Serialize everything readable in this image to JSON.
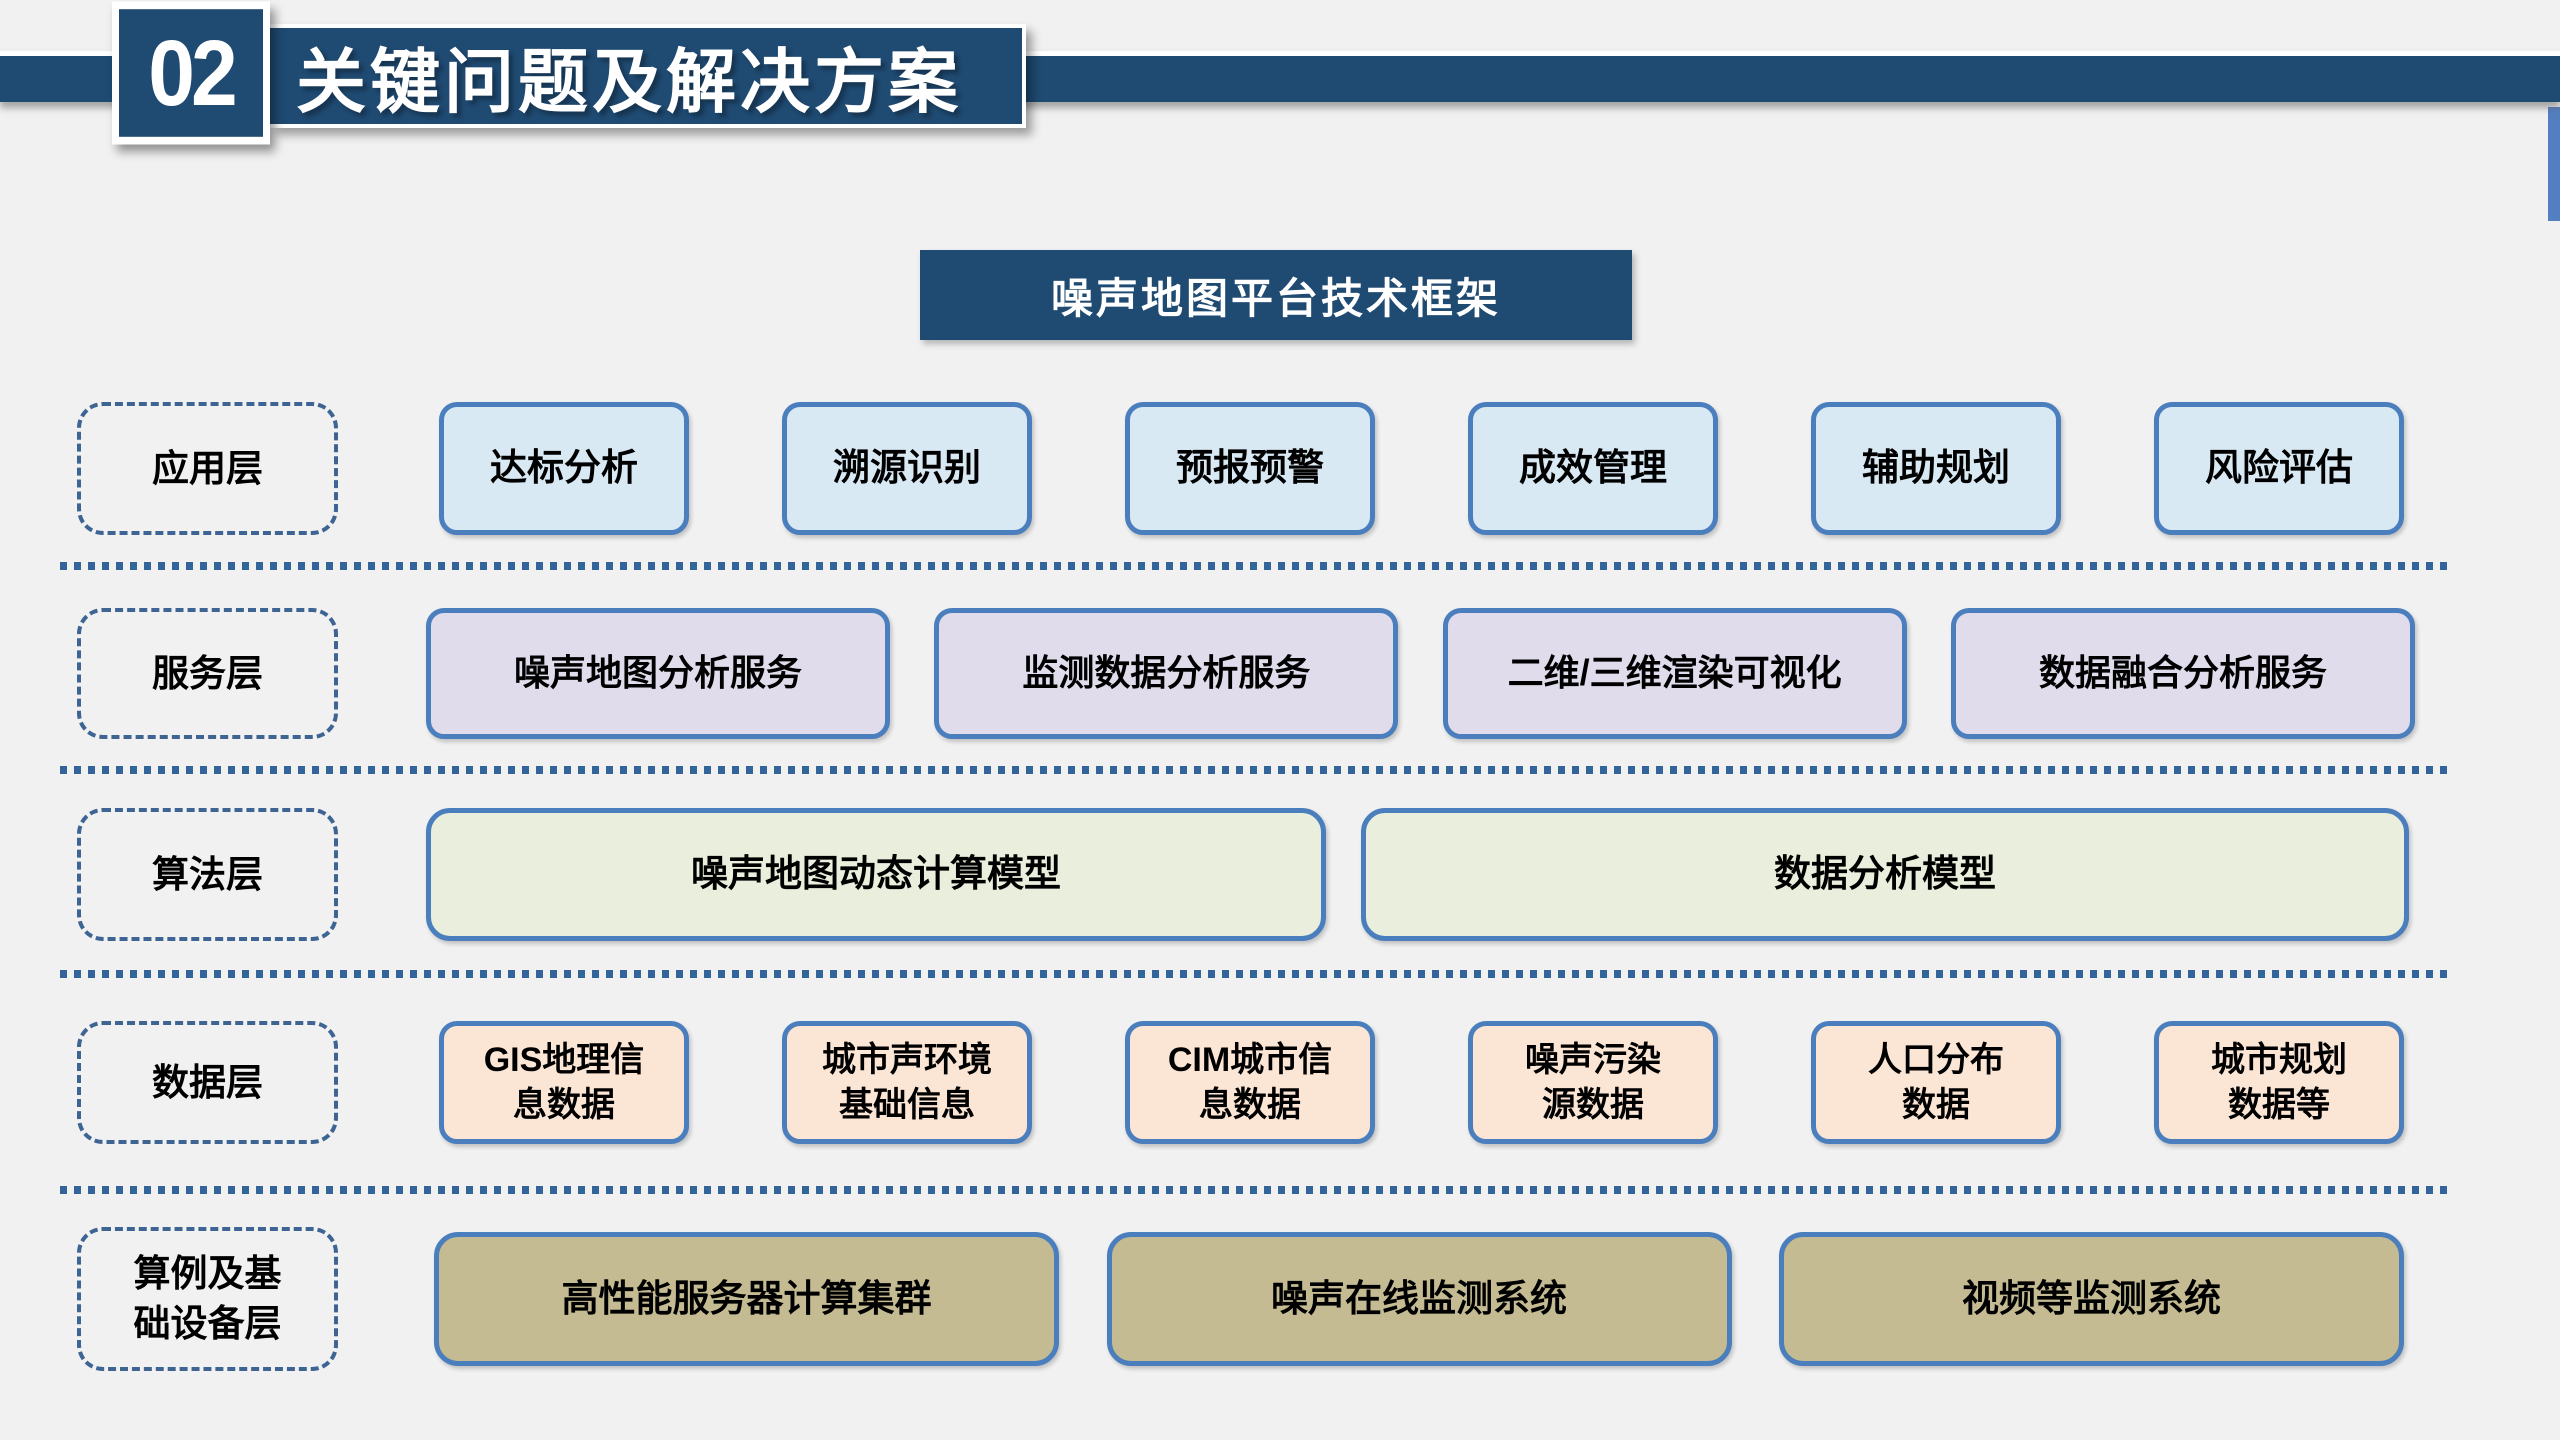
{
  "header": {
    "number": "02",
    "title": "关键问题及解决方案"
  },
  "diagram": {
    "title": "噪声地图平台技术框架",
    "rows": [
      {
        "id": "application",
        "label": "应用层",
        "fill": "#D8E9F4",
        "items": [
          "达标分析",
          "溯源识别",
          "预报预警",
          "成效管理",
          "辅助规划",
          "风险评估"
        ]
      },
      {
        "id": "service",
        "label": "服务层",
        "fill": "#E0DCEC",
        "items": [
          "噪声地图分析服务",
          "监测数据分析服务",
          "二维/三维渲染可视化",
          "数据融合分析服务"
        ]
      },
      {
        "id": "algorithm",
        "label": "算法层",
        "fill": "#E9EFDC",
        "items": [
          "噪声地图动态计算模型",
          "数据分析模型"
        ]
      },
      {
        "id": "data",
        "label": "数据层",
        "fill": "#FBE5D4",
        "items": [
          "GIS地理信\n息数据",
          "城市声环境\n基础信息",
          "CIM城市信\n息数据",
          "噪声污染\n源数据",
          "人口分布\n数据",
          "城市规划\n数据等"
        ]
      },
      {
        "id": "infrastructure",
        "label": "算例及基\n础设备层",
        "fill": "#C4BB92",
        "items": [
          "高性能服务器计算集群",
          "噪声在线监测系统",
          "视频等监测系统"
        ]
      }
    ]
  },
  "colors": {
    "navy": "#1F4A72",
    "box_border": "#4A7EBD",
    "dashed_border": "#3E6493",
    "dot_separator": "#33659B",
    "background": "#F1F1F2",
    "scrollbar": "#537EC1",
    "text": "#000000"
  }
}
